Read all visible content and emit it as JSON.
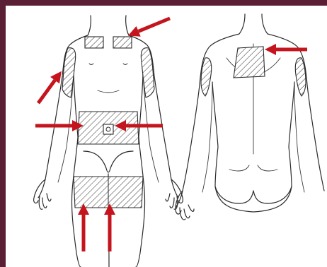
{
  "figure": {
    "background_color": "#5a1f35",
    "arrow_color": "#c4141d",
    "views": [
      "front-view",
      "back-view"
    ],
    "marked_regions_front": [
      "upper-chest-left",
      "upper-chest-right",
      "upper-arm-left",
      "upper-arm-right",
      "abdomen-band",
      "thigh-band"
    ],
    "marked_regions_back": [
      "upper-back",
      "upper-arm-left",
      "upper-arm-right"
    ],
    "arrow_count": 7
  }
}
